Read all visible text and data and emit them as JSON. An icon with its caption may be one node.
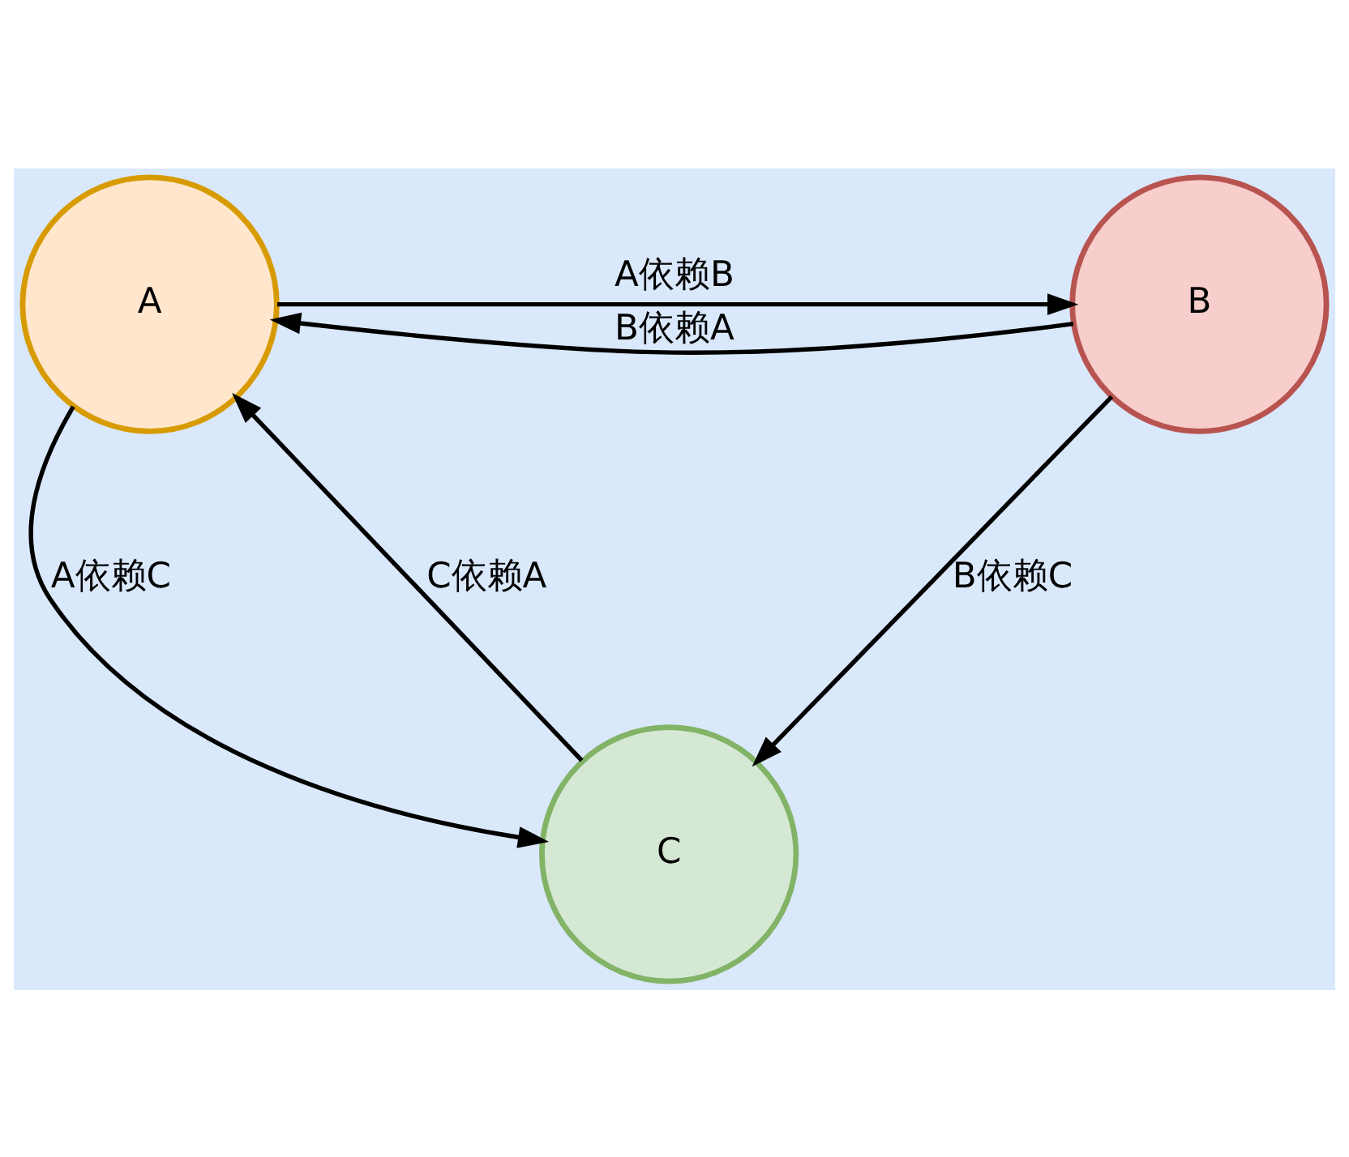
{
  "diagram": {
    "nodes": [
      {
        "text": [
          "A"
        ]
      },
      {
        "text": [
          "B"
        ]
      },
      {
        "text": [
          "C"
        ]
      }
    ],
    "edges": [
      {
        "from": 0,
        "to": 1,
        "arrow": "to",
        "label": "A依赖B"
      },
      {
        "from": 1,
        "to": 0,
        "arrow": "to",
        "label": "B依赖A"
      },
      {
        "from": 0,
        "to": 2,
        "arrow": "to",
        "label": "A依赖C"
      },
      {
        "from": 1,
        "to": 2,
        "arrow": "to",
        "label": "B依赖C"
      },
      {
        "from": 2,
        "to": 0,
        "arrow": "to",
        "label": "C依赖A"
      }
    ]
  }
}
